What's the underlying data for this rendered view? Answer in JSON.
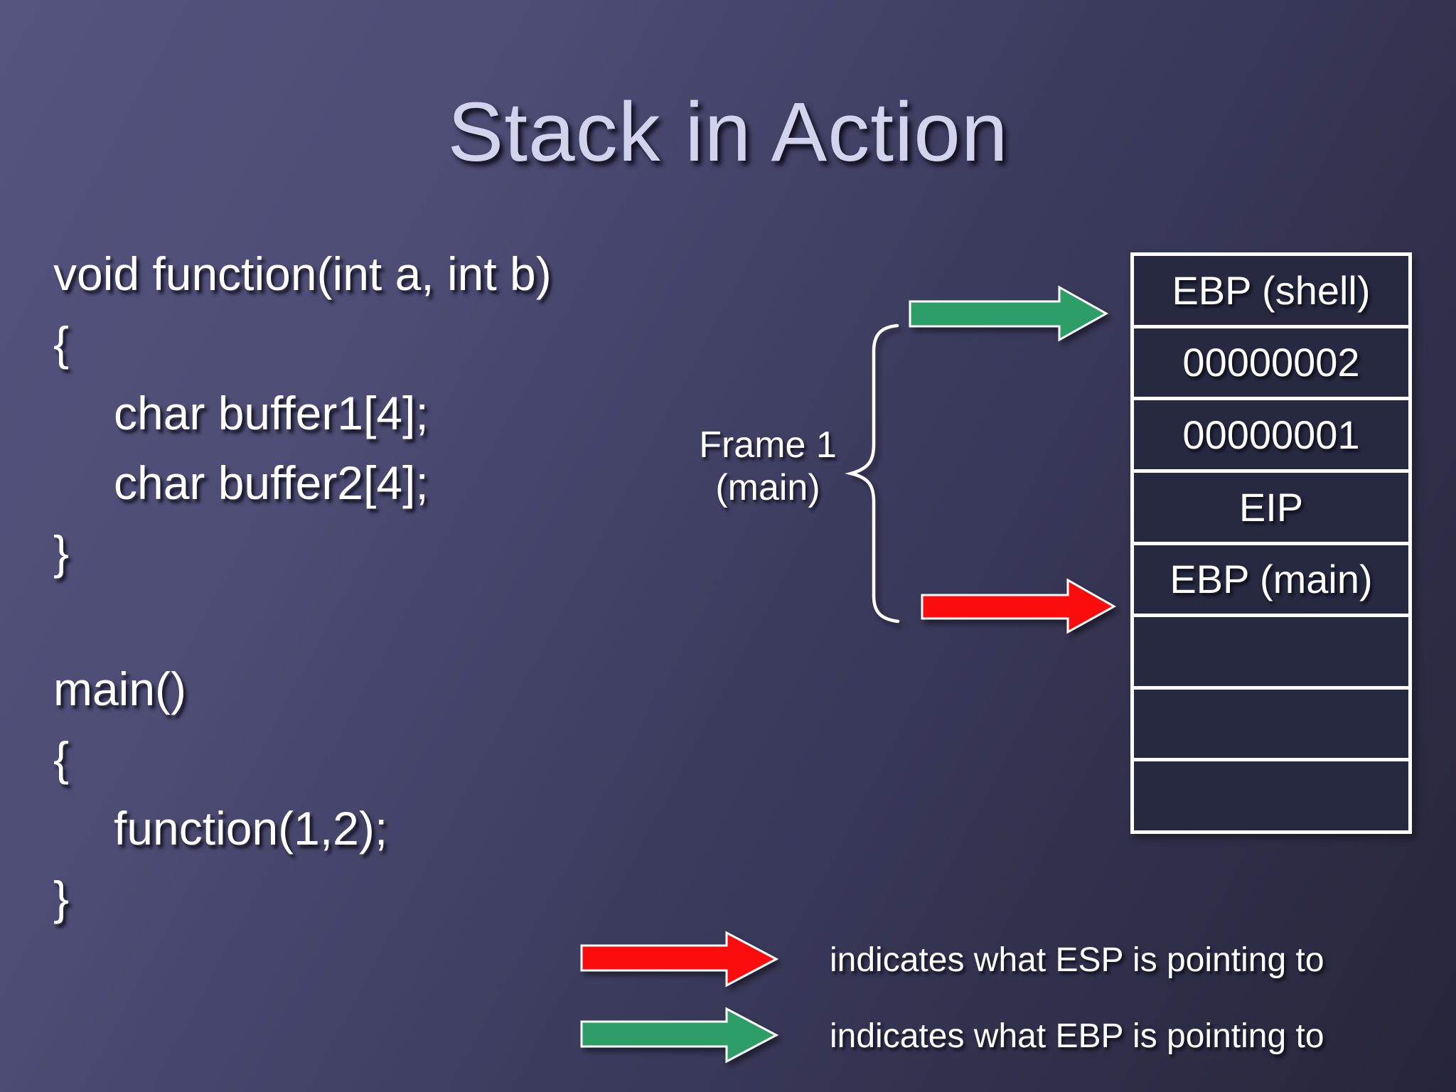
{
  "title": "Stack in Action",
  "code_block_1": {
    "lines": [
      "void function(int a, int b)",
      "{",
      "char buffer1[4];",
      "char buffer2[4];",
      "}"
    ]
  },
  "code_block_2": {
    "lines": [
      "main()",
      "{",
      "function(1,2);",
      "}"
    ]
  },
  "frame_label": {
    "line1": "Frame 1",
    "line2": "(main)"
  },
  "stack": {
    "rows": [
      {
        "label": "EBP (shell)"
      },
      {
        "label": "00000002"
      },
      {
        "label": "00000001"
      },
      {
        "label": "EIP"
      },
      {
        "label": "EBP (main)"
      },
      {
        "label": ""
      },
      {
        "label": ""
      },
      {
        "label": ""
      }
    ]
  },
  "legend": {
    "items": [
      {
        "arrow": "red-arrow",
        "text": "indicates what ESP is pointing to"
      },
      {
        "arrow": "green-arrow",
        "text": "indicates what EBP is pointing to"
      }
    ]
  },
  "colors": {
    "esp_arrow": "#fb0b0b",
    "ebp_arrow": "#2f9e67",
    "outline": "#ffffff"
  }
}
